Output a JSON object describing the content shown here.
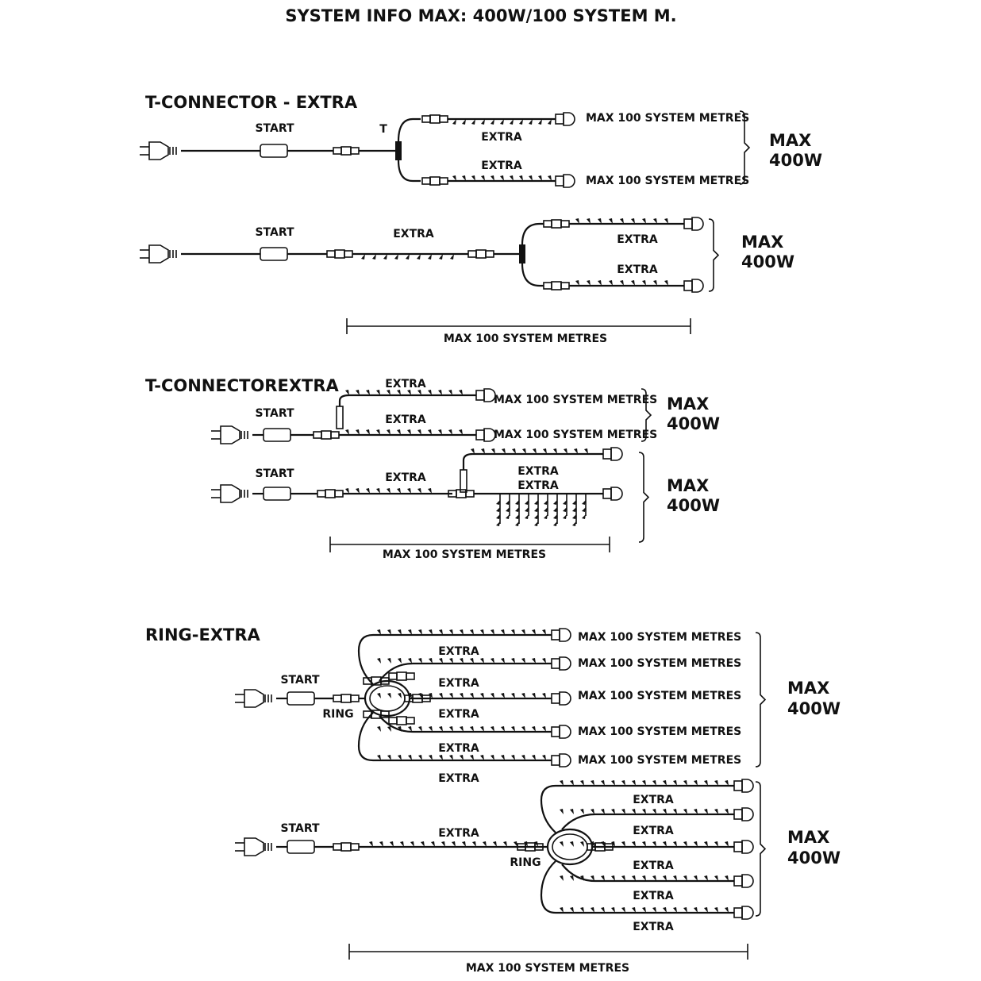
{
  "title": "SYSTEM INFO MAX: 400W/100 SYSTEM M.",
  "labels": {
    "start": "START",
    "extra": "EXTRA",
    "t": "T",
    "ring": "RING",
    "max_system_metres": "MAX 100 SYSTEM METRES",
    "max": "MAX",
    "watts": "400W"
  },
  "sections": [
    {
      "heading": "T-CONNECTOR - EXTRA"
    },
    {
      "heading": "T-CONNECTOREXTRA"
    },
    {
      "heading": "RING-EXTRA"
    }
  ],
  "icons": [
    "plug-icon",
    "controller-box-icon",
    "connector-icon",
    "end-cap-icon",
    "led-bulb-icon",
    "ring-connector-icon",
    "brace-icon"
  ]
}
